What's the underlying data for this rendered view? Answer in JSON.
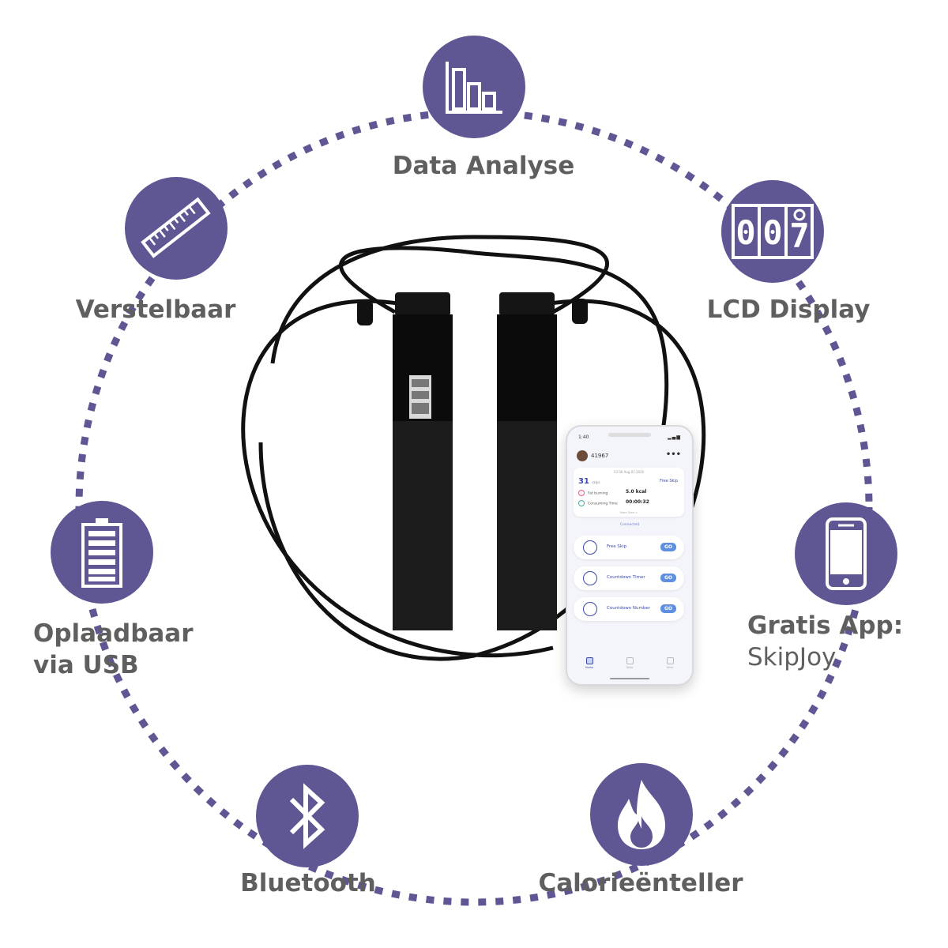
{
  "features": {
    "data_analysis": "Data Analyse",
    "lcd": "LCD Display",
    "adjustable": "Verstelbaar",
    "rechargeable_line1": "Oplaadbaar",
    "rechargeable_line2": "via USB",
    "app_line1": "Gratis App:",
    "app_line2": "SkipJoy",
    "bluetooth": "Bluetooth",
    "calorie": "Calorieënteller"
  },
  "lcd_digits": [
    "0",
    "0",
    "7"
  ],
  "phone": {
    "time": "1:40",
    "user_id": "41967",
    "more": "•••",
    "date": "13:30 Aug.07.2020",
    "count": "31",
    "count_unit": "skips",
    "mode": "Free Skip",
    "fat_label": "Fat burning",
    "fat_value": "5.0 kcal",
    "time_label": "Consuming Time",
    "time_value": "00:00:32",
    "more_data": "More Data >",
    "connected": "Connected",
    "buttons": [
      {
        "label": "Free Skip",
        "go": "GO"
      },
      {
        "label": "Countdown Timer",
        "go": "GO"
      },
      {
        "label": "Countdown Number",
        "go": "GO"
      }
    ],
    "tabs": [
      "Home",
      "Data",
      "Mine"
    ]
  },
  "colors": {
    "accent": "#5e5794",
    "label_text": "#5f5f5f",
    "product": "#111111"
  }
}
